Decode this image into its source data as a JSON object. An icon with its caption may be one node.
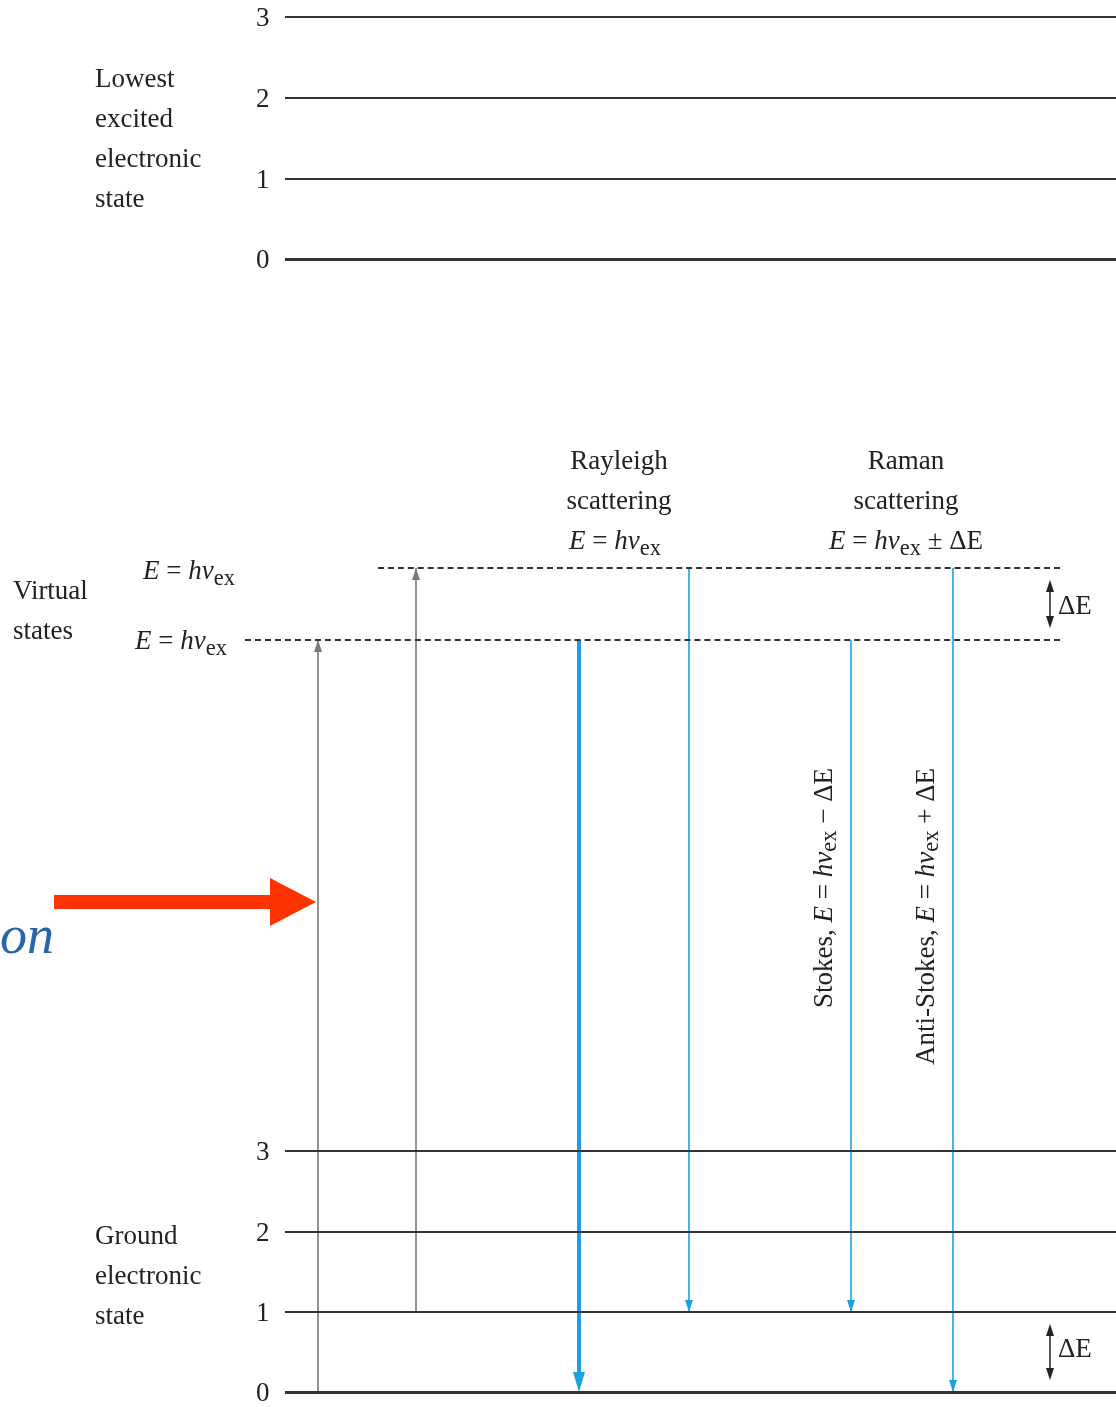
{
  "diagram": {
    "nodes": [
      {
        "text": [],
        "shape": "bar",
        "beside": [
          "3"
        ]
      },
      {
        "text": [],
        "shape": "bar",
        "beside": [
          "2"
        ]
      },
      {
        "text": [],
        "shape": "bar",
        "beside": [
          "1"
        ]
      },
      {
        "text": [],
        "shape": "bar",
        "beside": [
          "0"
        ]
      },
      {
        "text": [],
        "shape": "bar"
      },
      {
        "text": [],
        "shape": "bar",
        "beside": [
          "*E* = *hν*$_{ex}$"
        ]
      },
      {
        "text": [],
        "shape": "bar",
        "beside": [
          "3"
        ]
      },
      {
        "text": [],
        "shape": "bar",
        "beside": [
          "2"
        ]
      },
      {
        "text": [],
        "shape": "bar",
        "beside": [
          "1"
        ]
      },
      {
        "text": [],
        "shape": "bar",
        "beside": [
          "0"
        ]
      },
      {
        "text": [
          "on"
        ]
      }
    ],
    "edges": [
      {
        "from": 9,
        "to": 5,
        "arrow": "to",
        "color": "#7a7a7a"
      },
      {
        "from": 8,
        "to": 4,
        "arrow": "to",
        "color": "#7a7a7a"
      },
      {
        "from": 5,
        "to": 9,
        "arrow": "to",
        "style": "thick"
      },
      {
        "from": 4,
        "to": 8,
        "arrow": "to"
      },
      {
        "from": 5,
        "to": 8,
        "arrow": "to",
        "label": "Stokes, *E* = *hν*$_{ex}$ − ΔE"
      },
      {
        "from": 4,
        "to": 9,
        "arrow": "to",
        "label": "Anti-Stokes, *E* = *hν*$_{ex}$ + ΔE"
      },
      {
        "from": 10,
        "to": null,
        "arrow": "to",
        "style": "thick",
        "color": "#ff3300"
      }
    ],
    "labels": [
      "Lowest excited electronic state",
      "Rayleigh scattering",
      "*E* = *hν*$_{ex}$",
      "Raman scattering",
      "*E* = *hν*$_{ex}$ ± ΔE",
      "Virtual states",
      "*E* = *hν*$_{ex}$",
      "ΔE",
      "Ground electronic state",
      "ΔE"
    ]
  }
}
